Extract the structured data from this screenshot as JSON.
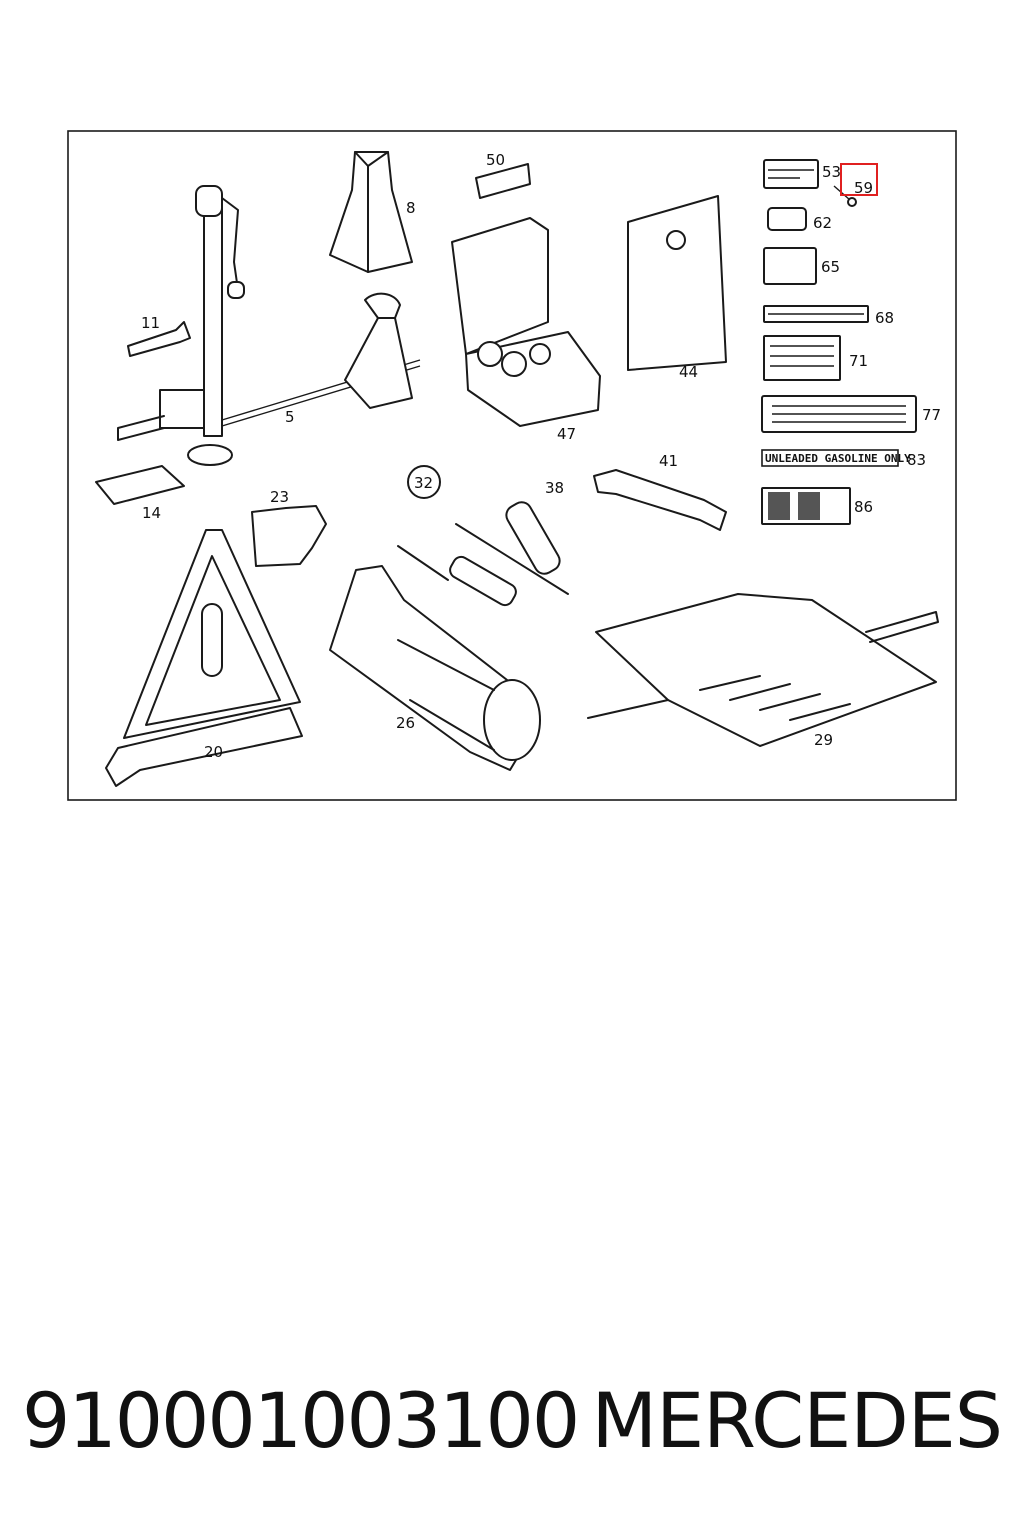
{
  "diagram": {
    "labels": {
      "p5": "5",
      "p8": "8",
      "p11": "11",
      "p14": "14",
      "p20": "20",
      "p23": "23",
      "p26": "26",
      "p29": "29",
      "p32": "32",
      "p38": "38",
      "p41": "41",
      "p44": "44",
      "p47": "47",
      "p50": "50",
      "p53": "53",
      "p59": "59",
      "p62": "62",
      "p65": "65",
      "p68": "68",
      "p71": "71",
      "p77": "77",
      "p83": "83",
      "p86": "86"
    },
    "sticker_text": "UNLEADED GASOLINE ONLY",
    "highlight_color": "#e02020"
  },
  "footer": {
    "part_number": "910001003100",
    "brand": "MERCEDES"
  }
}
